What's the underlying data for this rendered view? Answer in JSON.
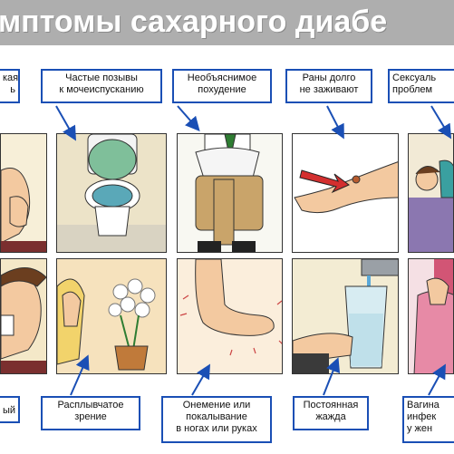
{
  "title": "мптомы сахарного диабе",
  "labels": {
    "l1": [
      "кая",
      "ь"
    ],
    "l2": [
      "Частые позывы",
      "к мочеиспусканию"
    ],
    "l3": [
      "Необъяснимое",
      "похудение"
    ],
    "l4": [
      "Раны долго",
      "не заживают"
    ],
    "l5": [
      "Сексуаль",
      "проблем"
    ],
    "l6": [
      "ый"
    ],
    "l7": [
      "Расплывчатое",
      "зрение"
    ],
    "l8": [
      "Онемение или",
      "покалывание",
      "в ногах или руках"
    ],
    "l9": [
      "Постоянная",
      "жажда"
    ],
    "l10": [
      "Вагина",
      "инфек",
      "у жен"
    ]
  },
  "colors": {
    "label_border": "#1a4fb5",
    "banner": "#aeaeae",
    "arrow": "#1a4fb5"
  }
}
